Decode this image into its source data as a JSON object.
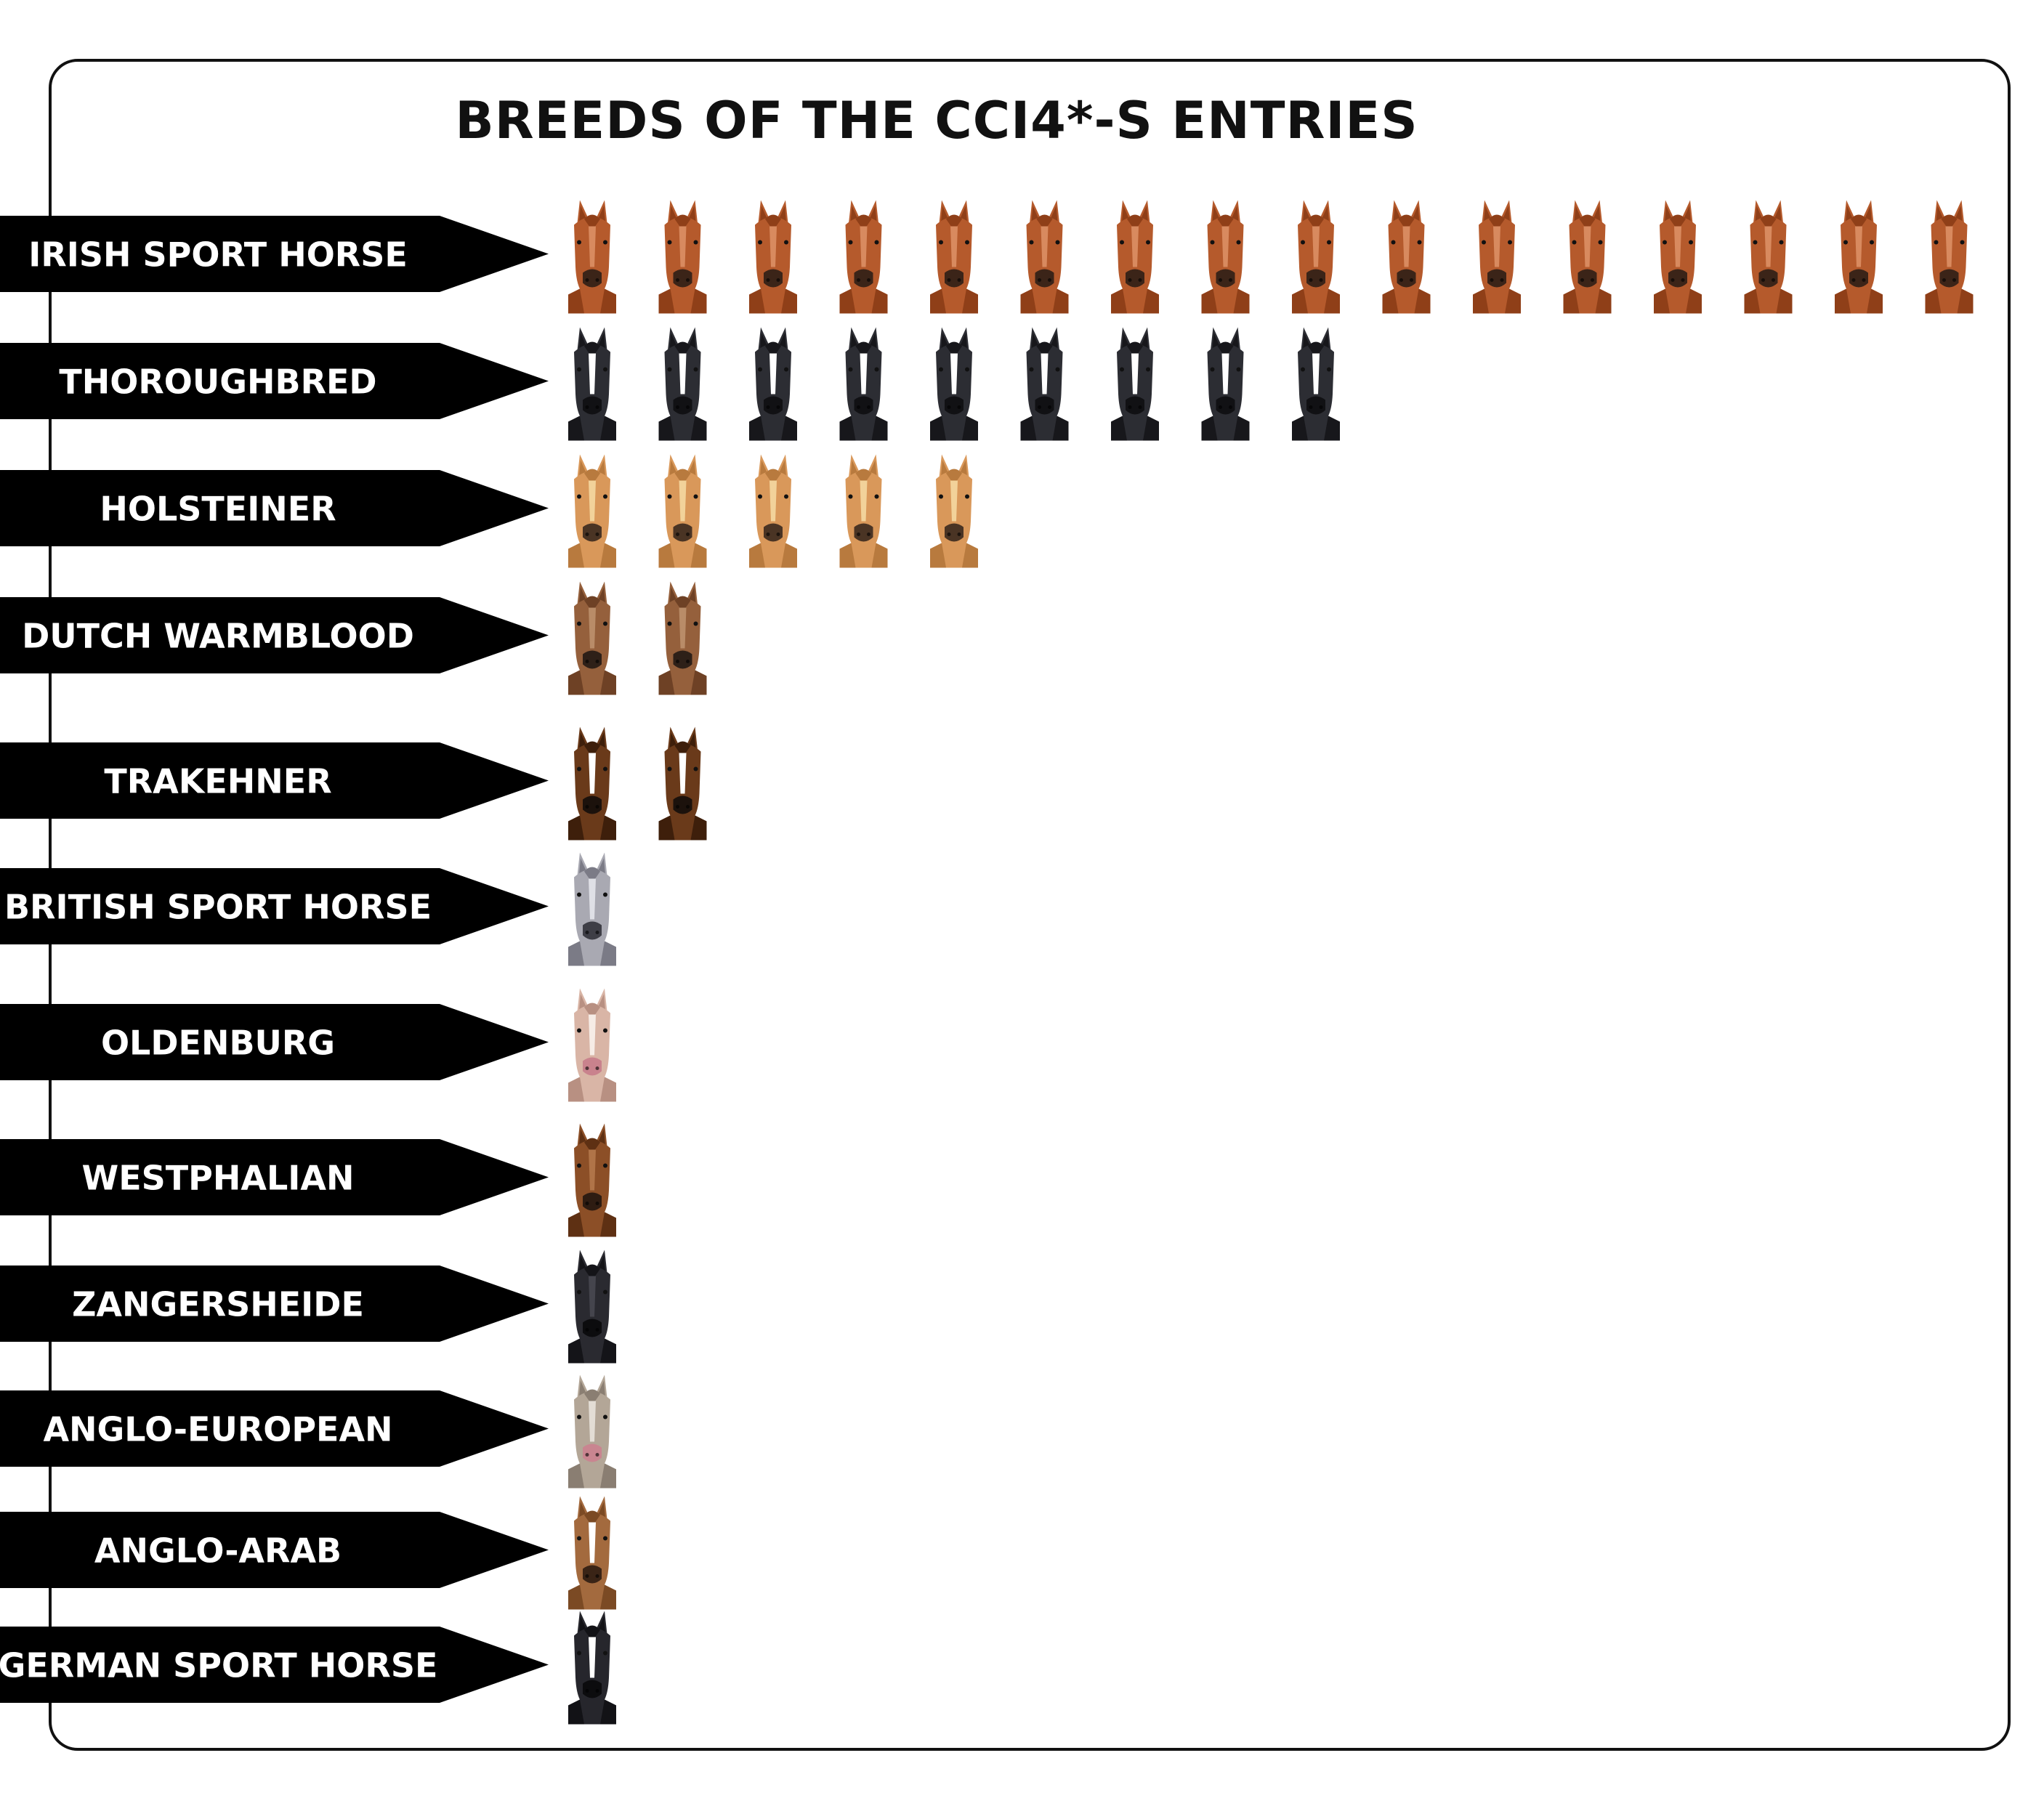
{
  "chart_data": {
    "type": "bar",
    "title": "BREEDS OF THE CCI4*-S ENTRIES",
    "categories": [
      "IRISH SPORT HORSE",
      "THOROUGHBRED",
      "HOLSTEINER",
      "DUTCH WARMBLOOD",
      "TRAKEHNER",
      "BRITISH SPORT HORSE",
      "OLDENBURG",
      "WESTPHALIAN",
      "ZANGERSHEIDE",
      "ANGLO-EUROPEAN",
      "ANGLO-ARAB",
      "GERMAN SPORT HORSE"
    ],
    "values": [
      16,
      9,
      5,
      2,
      2,
      1,
      1,
      1,
      1,
      1,
      1,
      1
    ],
    "orientation": "horizontal",
    "mark": "horse-head-icon",
    "colors": [
      {
        "coat": "#b55a2c",
        "shade": "#8f3f18",
        "blaze": "#d88a5f",
        "muzzle": "#3b2418"
      },
      {
        "coat": "#2c2d33",
        "shade": "#17171b",
        "blaze": "#ffffff",
        "muzzle": "#111114"
      },
      {
        "coat": "#d9985a",
        "shade": "#b87a3e",
        "blaze": "#f2d29a",
        "muzzle": "#4a3424"
      },
      {
        "coat": "#95603c",
        "shade": "#6e4125",
        "blaze": "#b98c68",
        "muzzle": "#2e2018"
      },
      {
        "coat": "#6a3a1a",
        "shade": "#3e1f0b",
        "blaze": "#ffffff",
        "muzzle": "#1c120c"
      },
      {
        "coat": "#a9a9b2",
        "shade": "#7b7b86",
        "blaze": "#dfe0e6",
        "muzzle": "#3e3e46"
      },
      {
        "coat": "#d9b5a6",
        "shade": "#b89082",
        "blaze": "#f6ece6",
        "muzzle": "#c9828d"
      },
      {
        "coat": "#8c4f27",
        "shade": "#5e3013",
        "blaze": "#b07448",
        "muzzle": "#2e1c12"
      },
      {
        "coat": "#2a2a30",
        "shade": "#141418",
        "blaze": "#45454d",
        "muzzle": "#0c0c0e"
      },
      {
        "coat": "#b3a697",
        "shade": "#8a7e72",
        "blaze": "#e3ddd5",
        "muzzle": "#c98590"
      },
      {
        "coat": "#a36a3e",
        "shade": "#7b4a24",
        "blaze": "#ffffff",
        "muzzle": "#3a2416"
      },
      {
        "coat": "#26262c",
        "shade": "#121216",
        "blaze": "#ffffff",
        "muzzle": "#0c0c0e"
      }
    ]
  }
}
